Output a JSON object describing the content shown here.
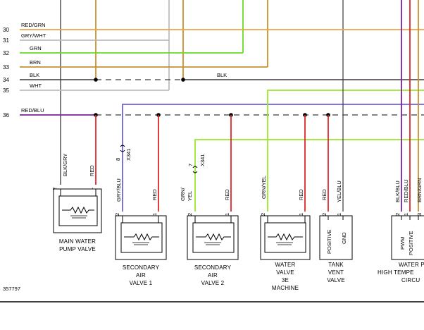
{
  "row_numbers": [
    "30",
    "31",
    "32",
    "33",
    "34",
    "35",
    "36"
  ],
  "wire_labels": {
    "row30": "RED/GRN",
    "row31": "GRY/WHT",
    "row32": "GRN",
    "row33": "BRN",
    "row34": "BLK",
    "row35": "WHT",
    "row36": "RED/BLU",
    "row34_mid": "BLK"
  },
  "connector_labels": {
    "x341_a": "X341",
    "x341_b": "X341",
    "x341_a_pin": "8",
    "x341_b_pin": "7"
  },
  "branch_labels": {
    "b1": "BLK/GRY",
    "b2": "RED",
    "b3": "GRY/BLU",
    "b4": "RED",
    "b5_top": "GRN/",
    "b5_bot": "YEL",
    "b6": "RED",
    "b7": "GRN/YEL",
    "b8": "RED",
    "b9": "RED",
    "b10": "YEL/BLU",
    "b11": "BLK/BLU",
    "b12": "RED/BLU",
    "b13": "BRN/GRN"
  },
  "pin_labels": [
    "2",
    "1",
    "2",
    "1",
    "2",
    "1",
    "2",
    "1",
    "2",
    "1",
    "2",
    "1",
    "3"
  ],
  "terminal_labels": {
    "tank_pos": "POSITIVE",
    "tank_gnd": "GND",
    "wp_pwm": "PWM",
    "wp_pos": "POSITIVE"
  },
  "components": {
    "main_water_pump_valve": [
      "MAIN WATER",
      "PUMP VALVE"
    ],
    "secondary_air_valve_1": [
      "SECONDARY",
      "AIR",
      "VALVE 1"
    ],
    "secondary_air_valve_2": [
      "SECONDARY",
      "AIR",
      "VALVE 2"
    ],
    "water_valve_3e": [
      "WATER",
      "VALVE",
      "3E",
      "MACHINE"
    ],
    "tank_vent_valve": [
      "TANK",
      "VENT",
      "VALVE"
    ],
    "water_pump_high_temp": [
      "WATER P",
      "HIGH TEMPE",
      "CIRCU"
    ]
  },
  "figure_id": "357797",
  "colors": {
    "red_grn": "#e8a54a",
    "gry_wht": "#bdbdbd",
    "grn": "#66dd22",
    "brn": "#c8902e",
    "blk": "#3a3a3a",
    "red_blu": "#7a1fa0",
    "red": "#e0262a",
    "gry_blu": "#6e63d8",
    "grn_yel": "#99e82e",
    "blk_gry": "#707070"
  }
}
